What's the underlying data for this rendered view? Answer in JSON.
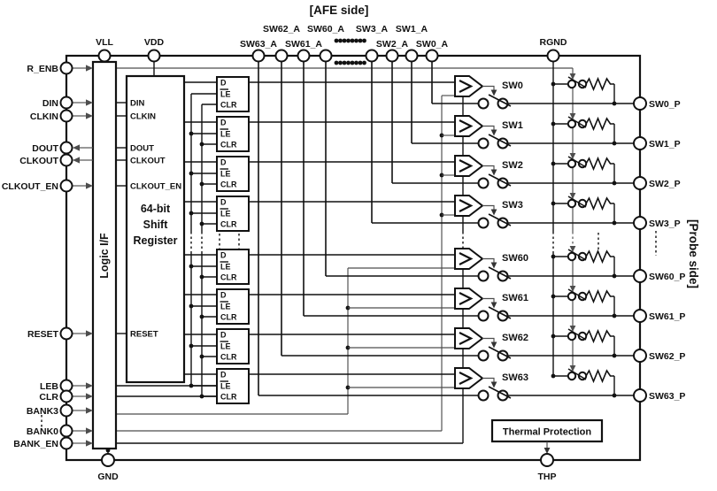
{
  "colors": {
    "line": "#111111",
    "thin": "#4d4d4d",
    "background": "#ffffff"
  },
  "titles": {
    "afe_side": "[AFE side]",
    "probe_side": "[Probe side]"
  },
  "power_pins": {
    "vll": "VLL",
    "vdd": "VDD",
    "rgnd": "RGND",
    "gnd": "GND",
    "thp": "THP"
  },
  "left_pins": [
    {
      "label": "R_ENB",
      "dir": "in"
    },
    {
      "label": "DIN",
      "dir": "in"
    },
    {
      "label": "CLKIN",
      "dir": "in"
    },
    {
      "label": "DOUT",
      "dir": "out"
    },
    {
      "label": "CLKOUT",
      "dir": "out"
    },
    {
      "label": "CLKOUT_EN",
      "dir": "in"
    },
    {
      "label": "RESET",
      "dir": "in"
    },
    {
      "label": "LEB",
      "dir": "in"
    },
    {
      "label": "CLR",
      "dir": "in"
    },
    {
      "label": "BANK3",
      "dir": "in"
    },
    {
      "label": "BANK0",
      "dir": "in"
    },
    {
      "label": "BANK_EN",
      "dir": "in"
    }
  ],
  "top_switch_pins": [
    "SW63_A",
    "SW62_A",
    "SW61_A",
    "SW60_A",
    "SW3_A",
    "SW2_A",
    "SW1_A",
    "SW0_A"
  ],
  "blocks": {
    "logic_if": "Logic I/F",
    "shift_register": [
      "64-bit",
      "Shift",
      "Register"
    ],
    "shift_register_ports": [
      "DIN",
      "CLKIN",
      "DOUT",
      "CLKOUT",
      "CLKOUT_EN",
      "RESET"
    ],
    "latch_ports": [
      "D",
      "LE",
      "CLR"
    ],
    "thermal_protection": "Thermal Protection"
  },
  "switch_rows": [
    {
      "name": "SW0",
      "pad": "SW0_P"
    },
    {
      "name": "SW1",
      "pad": "SW1_P"
    },
    {
      "name": "SW2",
      "pad": "SW2_P"
    },
    {
      "name": "SW3",
      "pad": "SW3_P"
    },
    {
      "name": "SW60",
      "pad": "SW60_P"
    },
    {
      "name": "SW61",
      "pad": "SW61_P"
    },
    {
      "name": "SW62",
      "pad": "SW62_P"
    },
    {
      "name": "SW63",
      "pad": "SW63_P"
    }
  ]
}
